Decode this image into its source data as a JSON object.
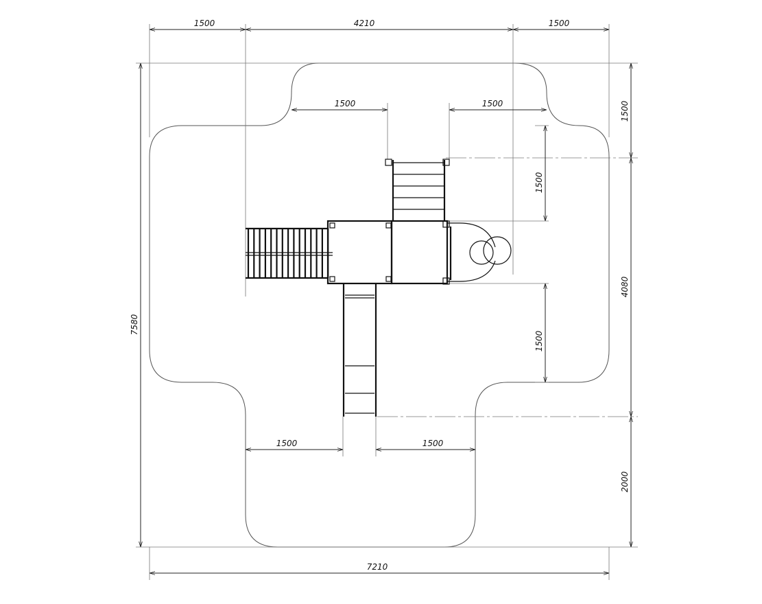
{
  "dimensions": {
    "top_left": "1500",
    "top_middle": "4210",
    "top_right": "1500",
    "left_total": "7580",
    "right_top": "1500",
    "right_middle": "4080",
    "right_bottom": "2000",
    "bottom_total": "7210",
    "inner_top_left": "1500",
    "inner_top_right": "1500",
    "inner_right_upper": "1500",
    "inner_right_lower": "1500",
    "inner_bottom_left": "1500",
    "inner_bottom_right": "1500"
  }
}
